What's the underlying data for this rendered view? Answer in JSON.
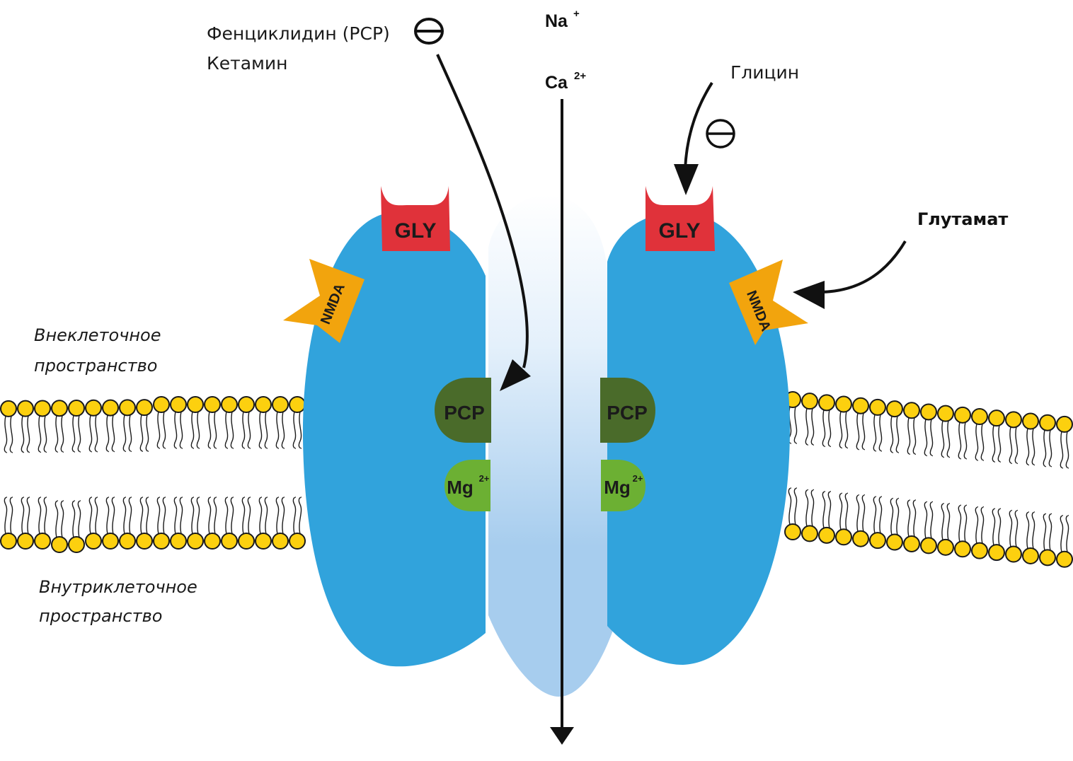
{
  "labels": {
    "drug_line1": "Фенциклидин (PCP)",
    "drug_line2": "Кетамин",
    "sodium": "Na",
    "sodium_charge": "+",
    "calcium": "Ca",
    "calcium_charge": "2+",
    "glycine": "Глицин",
    "glutamate": "Глутамат",
    "extracellular_line1": "Внеклеточное",
    "extracellular_line2": "пространство",
    "intracellular_line1": "Внутриклеточное",
    "intracellular_line2": "пространство"
  },
  "sites": {
    "gly": "GLY",
    "nmda": "NMDA",
    "pcp": "PCP",
    "mg": "Mg",
    "mg_charge": "2+"
  },
  "inhibition_symbol": "⊖",
  "colors": {
    "protein": "#31a3dc",
    "channel": "#a7cdee",
    "gly_site": "#e0323a",
    "nmda_site": "#f2a40d",
    "pcp_site": "#4a6b2a",
    "mg_site": "#6cb033",
    "lipid_head": "#fcd00f",
    "ink": "#111111"
  }
}
